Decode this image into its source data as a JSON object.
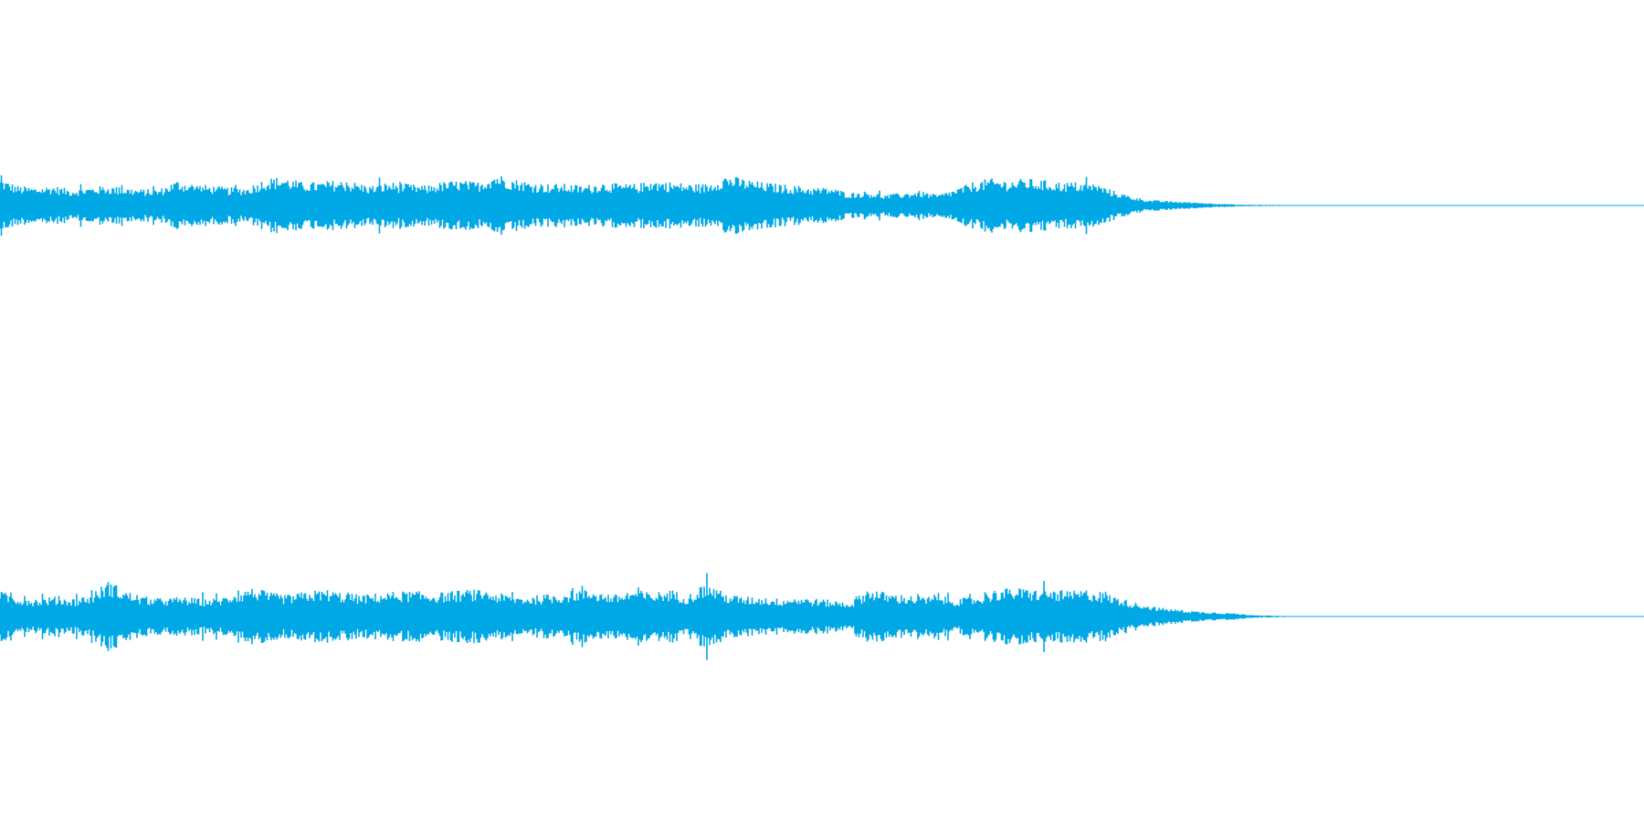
{
  "waveform": {
    "color": "#00a8e6",
    "channels": [
      {
        "name": "",
        "envelope": [
          0.3,
          0.22,
          0.2,
          0.22,
          0.18,
          0.2,
          0.22,
          0.2,
          0.18,
          0.18,
          0.28,
          0.24,
          0.22,
          0.2,
          0.2,
          0.3,
          0.32,
          0.26,
          0.26,
          0.28,
          0.26,
          0.22,
          0.26,
          0.24,
          0.22,
          0.26,
          0.28,
          0.26,
          0.36,
          0.3,
          0.26,
          0.24,
          0.24,
          0.22,
          0.26,
          0.24,
          0.24,
          0.28,
          0.26,
          0.24,
          0.24,
          0.34,
          0.3,
          0.26,
          0.24,
          0.22,
          0.2,
          0.2,
          0.14,
          0.16,
          0.12,
          0.14,
          0.16,
          0.12,
          0.18,
          0.26,
          0.3,
          0.28,
          0.3,
          0.28,
          0.26,
          0.26,
          0.24,
          0.16,
          0.1,
          0.06,
          0.05,
          0.04,
          0.03,
          0.02,
          0.01,
          0.008,
          0.006,
          0.005,
          0.004,
          0.003,
          0.002,
          0.002,
          0.002,
          0.002
        ],
        "end_fraction": 0.85
      },
      {
        "name": "",
        "envelope": [
          0.28,
          0.22,
          0.2,
          0.22,
          0.2,
          0.24,
          0.4,
          0.28,
          0.22,
          0.2,
          0.22,
          0.2,
          0.2,
          0.26,
          0.32,
          0.26,
          0.24,
          0.28,
          0.3,
          0.26,
          0.24,
          0.26,
          0.28,
          0.28,
          0.26,
          0.28,
          0.3,
          0.28,
          0.24,
          0.22,
          0.24,
          0.26,
          0.3,
          0.28,
          0.24,
          0.3,
          0.26,
          0.3,
          0.24,
          0.38,
          0.26,
          0.22,
          0.22,
          0.2,
          0.22,
          0.2,
          0.18,
          0.16,
          0.32,
          0.26,
          0.24,
          0.22,
          0.22,
          0.2,
          0.22,
          0.3,
          0.32,
          0.3,
          0.3,
          0.28,
          0.3,
          0.26,
          0.2,
          0.14,
          0.1,
          0.08,
          0.06,
          0.05,
          0.04,
          0.02,
          0.01,
          0.006,
          0.004,
          0.003,
          0.002,
          0.002,
          0.002,
          0.002,
          0.002,
          0.002
        ],
        "end_fraction": 0.87
      }
    ]
  }
}
